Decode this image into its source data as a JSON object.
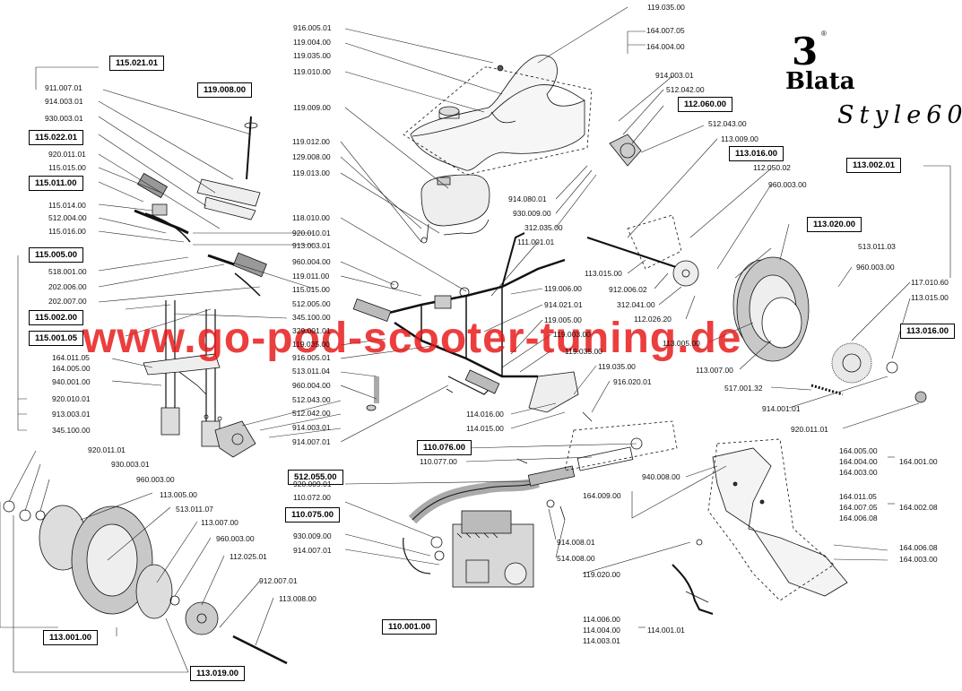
{
  "brand": {
    "name": "Blata",
    "model": "Style60",
    "registered": "®"
  },
  "watermark": "www.go-pod-scooter-tuning.de",
  "colors": {
    "ink": "#111111",
    "watermark": "#e01414"
  },
  "boxed_labels": {
    "b115_021_01": "115.021.01",
    "b119_008_00": "119.008.00",
    "b115_022_01": "115.022.01",
    "b115_011_00": "115.011.00",
    "b115_005_00": "115.005.00",
    "b115_002_00": "115.002.00",
    "b115_001_05": "115.001.05",
    "b512_055_00": "512.055.00",
    "b112_060_00": "112.060.00",
    "b113_016_00a": "113.016.00",
    "b113_002_01": "113.002.01",
    "b113_020_00": "113.020.00",
    "b113_016_00b": "113.016.00",
    "b110_076_00": "110.076.00",
    "b110_075_00": "110.075.00",
    "b113_001_00": "113.001.00",
    "b110_001_00": "110.001.00",
    "b113_019_00": "113.019.00"
  },
  "labels": {
    "l01": "119.035.00",
    "l02": "916.005.01",
    "l03": "119.004.00",
    "l04": "119.035.00",
    "l05": "119.010.00",
    "l06": "164.007.05",
    "l07": "164.004.00",
    "l08": "119.009.00",
    "l09": "914.003.01",
    "l10": "512.042.00",
    "l11": "512.043.00",
    "l12": "113.009.00",
    "l13": "112.050.02",
    "l14": "960.003.00",
    "l15": "911.007.01",
    "l16": "914.003.01",
    "l17": "930.003.01",
    "l18": "920.011.01",
    "l19": "115.015.00",
    "l20": "115.014.00",
    "l21": "512.004.00",
    "l22": "115.016.00",
    "l23": "119.012.00",
    "l24": "129.008.00",
    "l25": "119.013.00",
    "l26": "118.010.00",
    "l27": "920.010.01",
    "l28": "913.003.01",
    "l29": "960.004.00",
    "l30": "119.011.00",
    "l31": "115.015.00",
    "l32": "518.001.00",
    "l33": "202.006.00",
    "l34": "202.007.00",
    "l35": "512.005.00",
    "l36": "345.100.00",
    "l37": "329.001.01",
    "l38": "119.035.00",
    "l39": "916.005.01",
    "l40": "513.011.04",
    "l41": "960.004.00",
    "l42": "512.043.00",
    "l43": "512.042.00",
    "l44": "914.003.01",
    "l45": "914.007.01",
    "l46": "164.011.05",
    "l47": "164.005.00",
    "l48": "940.001.00",
    "l49": "920.010.01",
    "l50": "913.003.01",
    "l51": "345.100.00",
    "l52": "914.080.01",
    "l53": "930.009.00",
    "l54": "312.035.00",
    "l55": "111.001.01",
    "l56": "119.006.00",
    "l57": "914.021.01",
    "l58": "119.005.00",
    "l59": "119.003.00",
    "l60": "119.035.00",
    "l61": "119.035.00",
    "l62": "916.020.01",
    "l63": "114.016.00",
    "l64": "114.015.00",
    "l65": "113.015.00",
    "l66": "912.006.02",
    "l67": "312.041.00",
    "l68": "112.026.20",
    "l69": "513.011.03",
    "l70": "960.003.00",
    "l71": "117.010.60",
    "l72": "113.015.00",
    "l73": "113.005.00",
    "l74": "113.007.00",
    "l75": "517.001.32",
    "l76": "914.001.01",
    "l77": "920.011.01",
    "l78": "110.077.00",
    "l79": "920.009.01",
    "l80": "110.072.00",
    "l81": "930.009.00",
    "l82": "914.007.01",
    "l83": "914.008.01",
    "l84": "514.008.00",
    "l85": "119.020.00",
    "l86": "940.008.00",
    "l87": "164.009.00",
    "l88": "164.005.00",
    "l89": "164.004.00",
    "l90": "164.003.00",
    "l91": "164.001.00",
    "l92": "164.011.05",
    "l93": "164.007.05",
    "l94": "164.006.08",
    "l95": "164.002.08",
    "l96": "164.006.08",
    "l97": "164.003.00",
    "l98": "114.006.00",
    "l99": "114.004.00",
    "l100": "114.003.01",
    "l101": "114.001.01",
    "l102": "920.011.01",
    "l103": "930.003.01",
    "l104": "960.003.00",
    "l105": "113.005.00",
    "l106": "513.011.07",
    "l107": "113.007.00",
    "l108": "960.003.00",
    "l109": "112.025.01",
    "l110": "912.007.01",
    "l111": "113.008.00"
  }
}
